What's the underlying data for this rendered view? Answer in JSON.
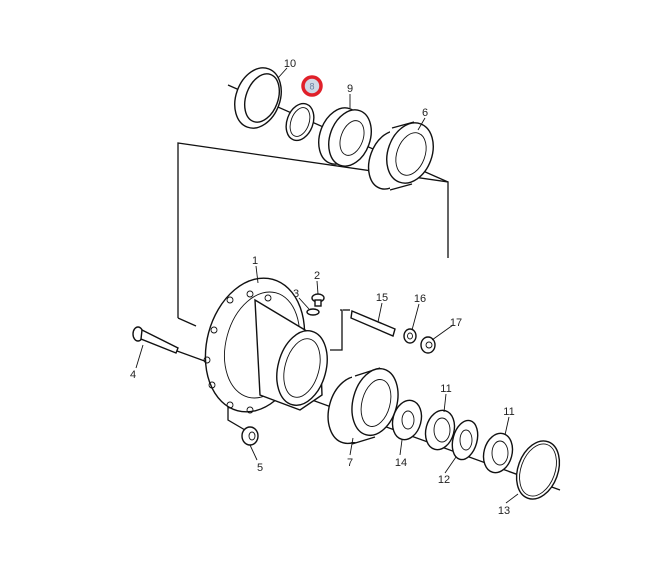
{
  "diagram": {
    "callouts": [
      {
        "id": "10",
        "label": "10"
      },
      {
        "id": "8",
        "label": "8",
        "highlighted": true
      },
      {
        "id": "9",
        "label": "9"
      },
      {
        "id": "6",
        "label": "6"
      },
      {
        "id": "1",
        "label": "1"
      },
      {
        "id": "2",
        "label": "2"
      },
      {
        "id": "3",
        "label": "3"
      },
      {
        "id": "15",
        "label": "15"
      },
      {
        "id": "16",
        "label": "16"
      },
      {
        "id": "17",
        "label": "17"
      },
      {
        "id": "4",
        "label": "4"
      },
      {
        "id": "5",
        "label": "5"
      },
      {
        "id": "7",
        "label": "7"
      },
      {
        "id": "14",
        "label": "14"
      },
      {
        "id": "11a",
        "label": "11"
      },
      {
        "id": "11b",
        "label": "11"
      },
      {
        "id": "12",
        "label": "12"
      },
      {
        "id": "13",
        "label": "13"
      }
    ],
    "highlight_color": "#e0202a",
    "marker_fill": "#cfd8e6"
  }
}
